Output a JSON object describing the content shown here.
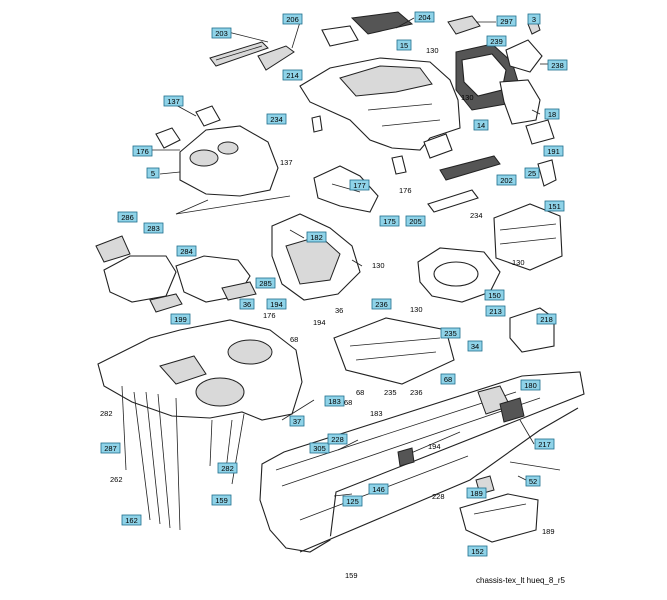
{
  "caption": "chassis-tex_lt hueq_8_r5",
  "colors": {
    "callout_fill": "#8fd3e8",
    "callout_stroke": "#1e6f8c",
    "line": "#222222",
    "background": "#ffffff"
  },
  "boxed_labels": [
    "203",
    "206",
    "204",
    "297",
    "3",
    "15",
    "239",
    "238",
    "214",
    "18",
    "137",
    "234",
    "14",
    "176",
    "5",
    "191",
    "202",
    "25",
    "177",
    "175",
    "205",
    "151",
    "286",
    "283",
    "284",
    "182",
    "150",
    "285",
    "199",
    "36",
    "194",
    "213",
    "218",
    "236",
    "235",
    "34",
    "68",
    "180",
    "183",
    "305",
    "228",
    "217",
    "52",
    "125",
    "146",
    "189",
    "159",
    "162",
    "152",
    "287",
    "282",
    "37"
  ],
  "plain_labels": [
    "130",
    "130",
    "137",
    "176",
    "234",
    "130",
    "130",
    "176",
    "130",
    "36",
    "68",
    "194",
    "235",
    "68",
    "236",
    "68",
    "183",
    "194",
    "228",
    "189",
    "159",
    "262",
    "282"
  ]
}
